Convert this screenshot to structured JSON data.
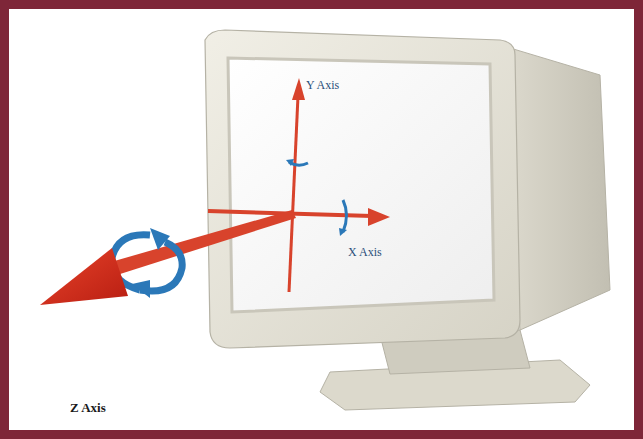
{
  "diagram": {
    "labels": [
      "Y Axis",
      "X Axis",
      "Z Axis"
    ]
  }
}
